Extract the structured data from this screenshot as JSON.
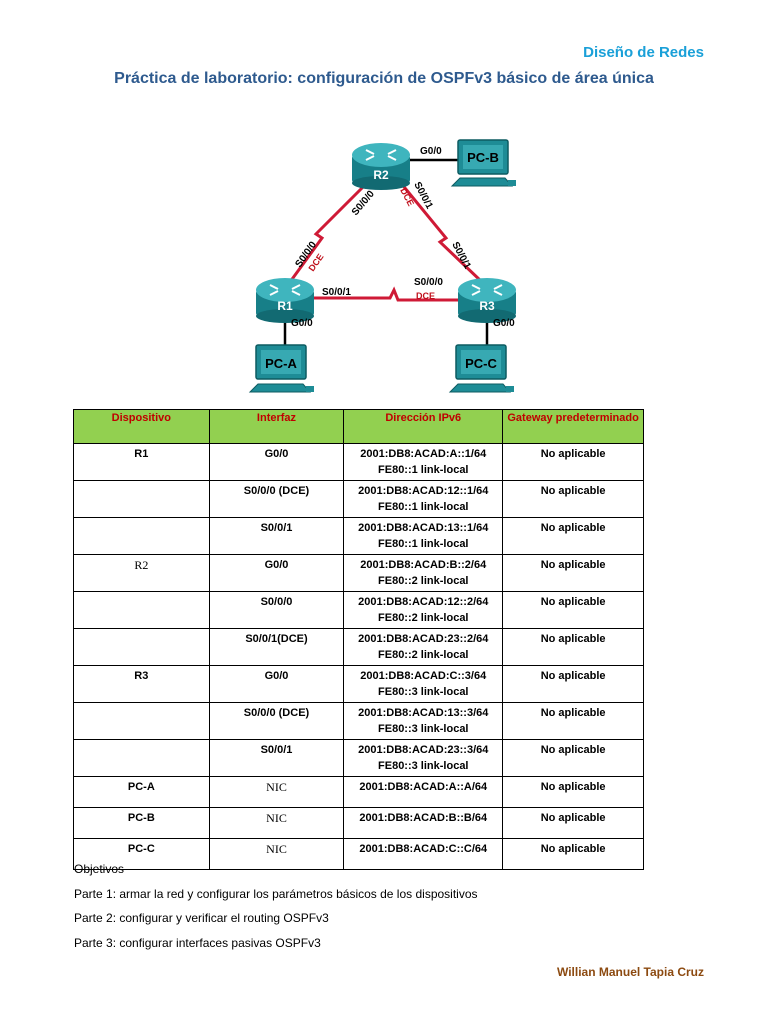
{
  "header": {
    "course": "Diseño de Redes",
    "title": "Práctica de laboratorio: configuración de OSPFv3 básico de área única"
  },
  "topology": {
    "routers": [
      "R2",
      "R1",
      "R3"
    ],
    "pcs": [
      "PC-B",
      "PC-A",
      "PC-C"
    ],
    "interface_labels": {
      "r2_g0": "G0/0",
      "r2_s000": "S0/0/0",
      "r2_s001": "S0/0/1",
      "r1_s000": "S0/0/0",
      "r1_s001": "S0/0/1",
      "r1_g0": "G0/0",
      "r3_s000": "S0/0/0",
      "r3_s001": "S0/0/1",
      "r3_g0": "G0/0"
    },
    "dce": "DCE",
    "colors": {
      "router": "#1e8c96",
      "serial_link": "#cf1a36",
      "ethernet_link": "#000000",
      "pc": "#1e8c96"
    }
  },
  "table": {
    "headers": [
      "Dispositivo",
      "Interfaz",
      "Dirección IPv6",
      "Gateway predeterminado"
    ],
    "rows": [
      {
        "device": "R1",
        "iface": "G0/0",
        "ipv6": "2001:DB8:ACAD:A::1/64",
        "ll": "FE80::1 link-local",
        "gw": "No aplicable"
      },
      {
        "device": "",
        "iface": "S0/0/0 (DCE)",
        "ipv6": "2001:DB8:ACAD:12::1/64",
        "ll": "FE80::1 link-local",
        "gw": "No aplicable"
      },
      {
        "device": "",
        "iface": "S0/0/1",
        "ipv6": "2001:DB8:ACAD:13::1/64",
        "ll": "FE80::1 link-local",
        "gw": "No aplicable"
      },
      {
        "device": "R2",
        "iface": "G0/0",
        "ipv6": "2001:DB8:ACAD:B::2/64",
        "ll": "FE80::2 link-local",
        "gw": "No aplicable"
      },
      {
        "device": "",
        "iface": "S0/0/0",
        "ipv6": "2001:DB8:ACAD:12::2/64",
        "ll": "FE80::2 link-local",
        "gw": "No aplicable"
      },
      {
        "device": "",
        "iface": "S0/0/1(DCE)",
        "ipv6": "2001:DB8:ACAD:23::2/64",
        "ll": "FE80::2 link-local",
        "gw": "No aplicable"
      },
      {
        "device": "R3",
        "iface": "G0/0",
        "ipv6": "2001:DB8:ACAD:C::3/64",
        "ll": "FE80::3 link-local",
        "gw": "No aplicable"
      },
      {
        "device": "",
        "iface": "S0/0/0 (DCE)",
        "ipv6": "2001:DB8:ACAD:13::3/64",
        "ll": "FE80::3 link-local",
        "gw": "No aplicable"
      },
      {
        "device": "",
        "iface": "S0/0/1",
        "ipv6": "2001:DB8:ACAD:23::3/64",
        "ll": "FE80::3 link-local",
        "gw": "No aplicable"
      },
      {
        "device": "PC-A",
        "iface": "NIC",
        "ipv6": "2001:DB8:ACAD:A::A/64",
        "ll": "",
        "gw": "No aplicable"
      },
      {
        "device": "PC-B",
        "iface": "NIC",
        "ipv6": "2001:DB8:ACAD:B::B/64",
        "ll": "",
        "gw": "No aplicable"
      },
      {
        "device": "PC-C",
        "iface": "NIC",
        "ipv6": "2001:DB8:ACAD:C::C/64",
        "ll": "",
        "gw": "No aplicable"
      }
    ]
  },
  "objectives": {
    "heading": "Objetivos",
    "items": [
      "Parte 1: armar la red y configurar los parámetros básicos de los dispositivos",
      "Parte 2: configurar y verificar el routing OSPFv3",
      "Parte 3: configurar interfaces pasivas OSPFv3"
    ]
  },
  "footer": {
    "author": "Willian Manuel Tapia Cruz"
  }
}
